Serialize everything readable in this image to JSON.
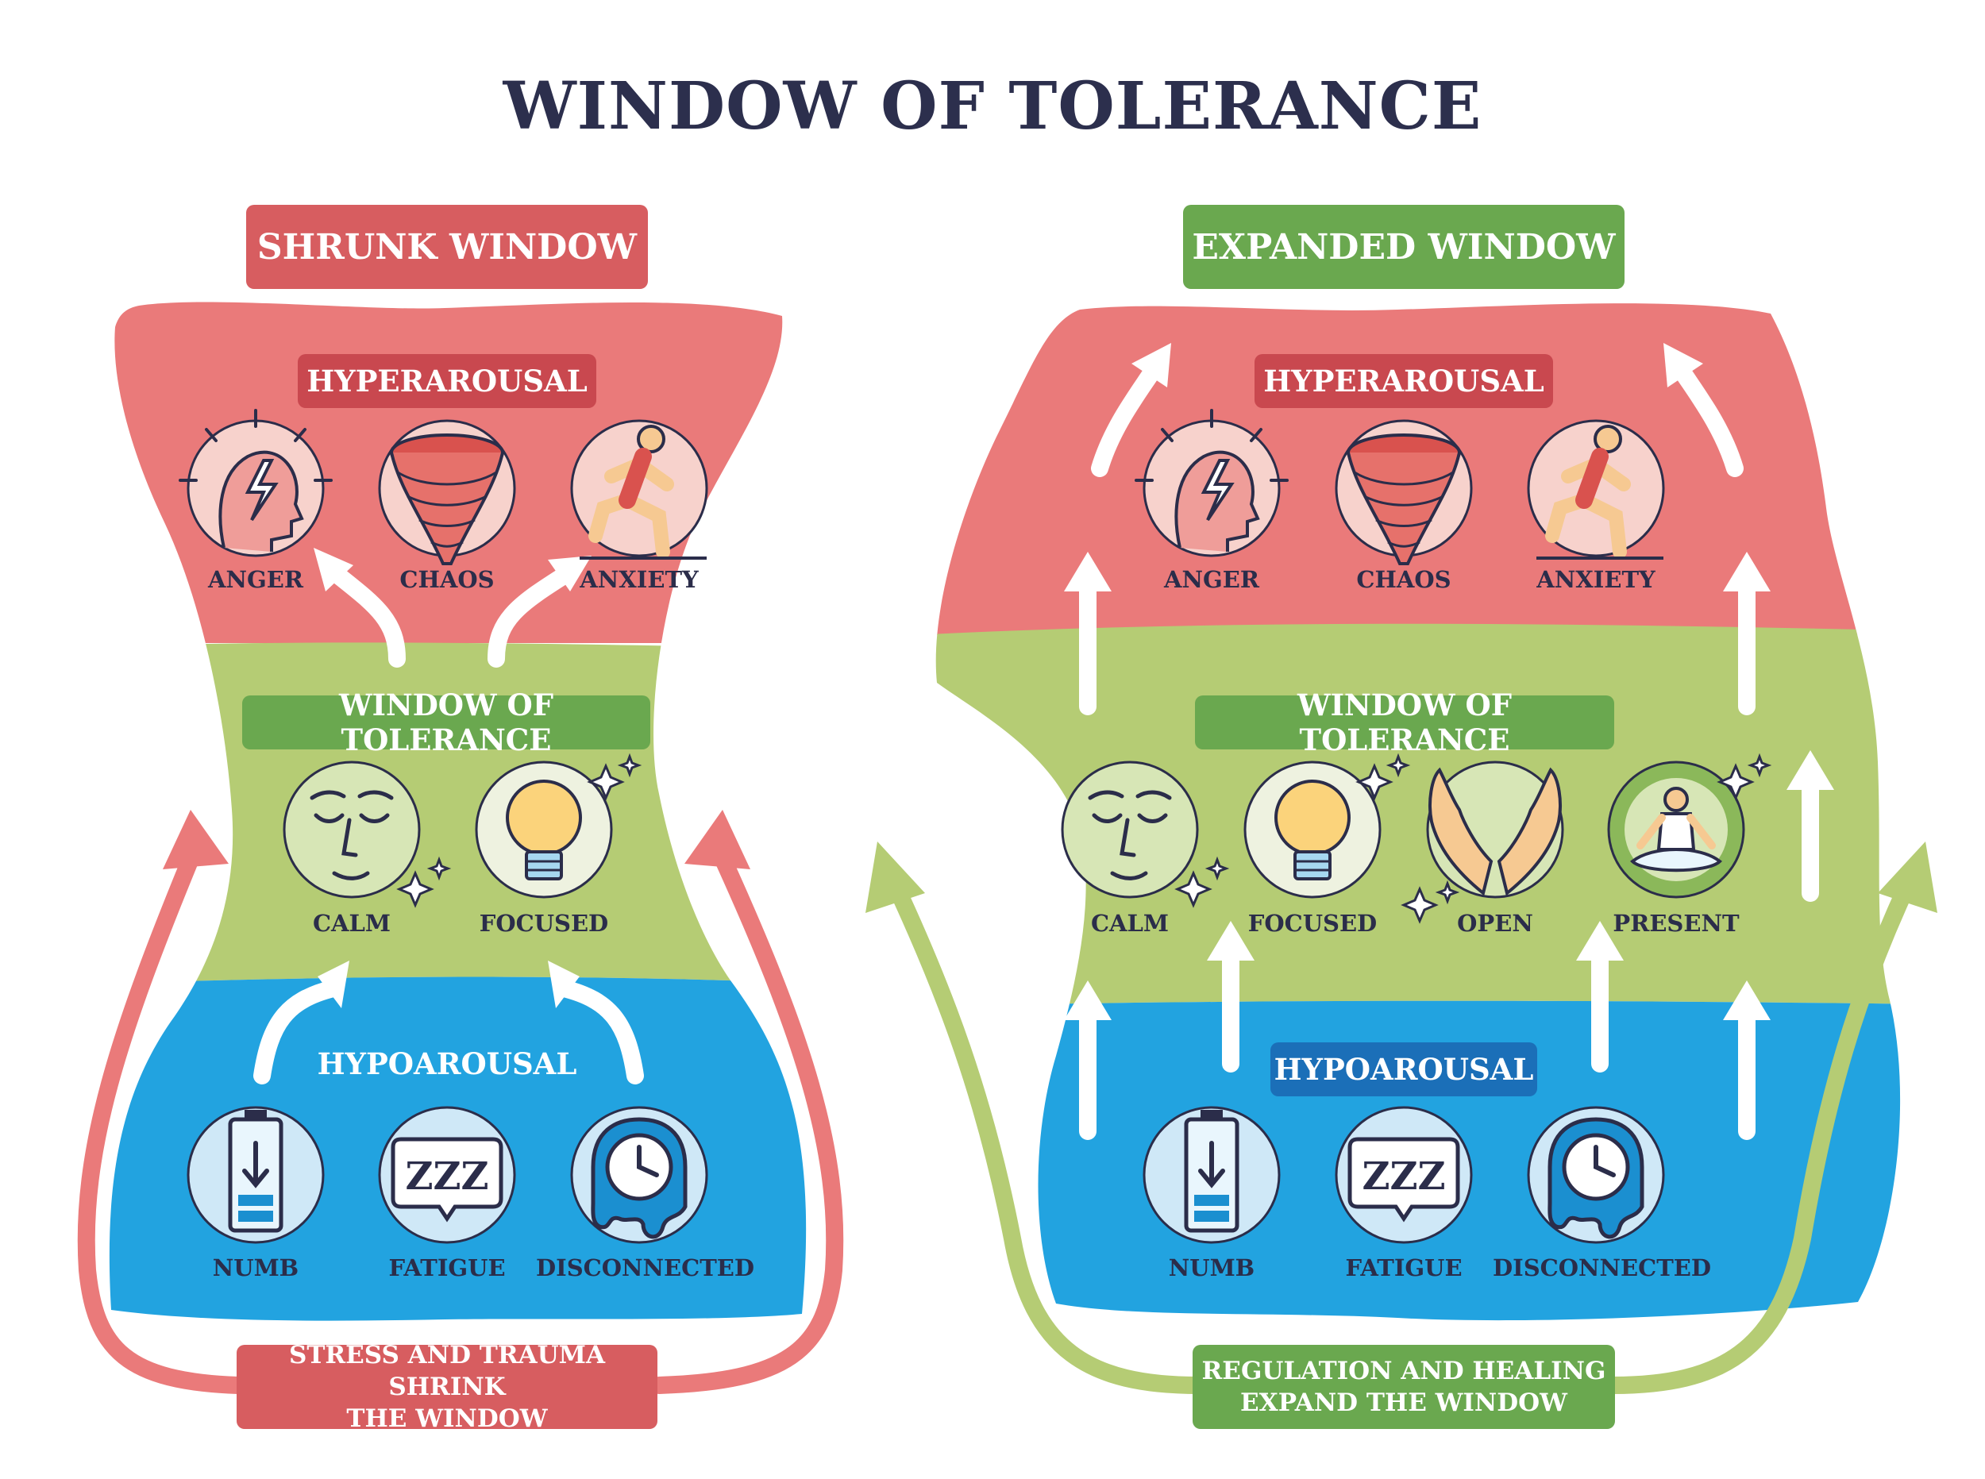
{
  "title": "WINDOW OF TOLERANCE",
  "left": {
    "header": "SHRUNK WINDOW",
    "hyperarousal": "HYPERAROUSAL",
    "tolerance": "WINDOW OF TOLERANCE",
    "hypoarousal": "HYPOAROUSAL",
    "hyper_items": [
      "ANGER",
      "CHAOS",
      "ANXIETY"
    ],
    "tolerance_items": [
      "CALM",
      "FOCUSED"
    ],
    "hypo_items": [
      "NUMB",
      "FATIGUE",
      "DISCONNECTED"
    ],
    "footer_line1": "STRESS AND TRAUMA SHRINK",
    "footer_line2": "THE WINDOW"
  },
  "right": {
    "header": "EXPANDED WINDOW",
    "hyperarousal": "HYPERAROUSAL",
    "tolerance": "WINDOW OF TOLERANCE",
    "hypoarousal": "HYPOAROUSAL",
    "hyper_items": [
      "ANGER",
      "CHAOS",
      "ANXIETY"
    ],
    "tolerance_items": [
      "CALM",
      "FOCUSED",
      "OPEN",
      "PRESENT"
    ],
    "hypo_items": [
      "NUMB",
      "FATIGUE",
      "DISCONNECTED"
    ],
    "footer_line1": "REGULATION AND HEALING",
    "footer_line2": "EXPAND THE WINDOW"
  },
  "colors": {
    "hyper": "#ea7a7a",
    "tolerance": "#b5cc74",
    "hypo": "#22a3e0",
    "red_badge": "#d75d60",
    "green_badge": "#6aa84f",
    "dark_red_badge": "#c9484f",
    "blue_badge": "#1b6fb8",
    "title": "#2c2f4d"
  },
  "icons": {
    "anger": "head-lightning-icon",
    "chaos": "tornado-icon",
    "anxiety": "running-person-icon",
    "calm": "calm-face-icon",
    "focused": "lightbulb-icon",
    "open": "open-hands-icon",
    "present": "meditating-person-icon",
    "numb": "low-battery-icon",
    "fatigue": "zzz-bubble-icon",
    "disconnected": "melting-clock-icon"
  }
}
